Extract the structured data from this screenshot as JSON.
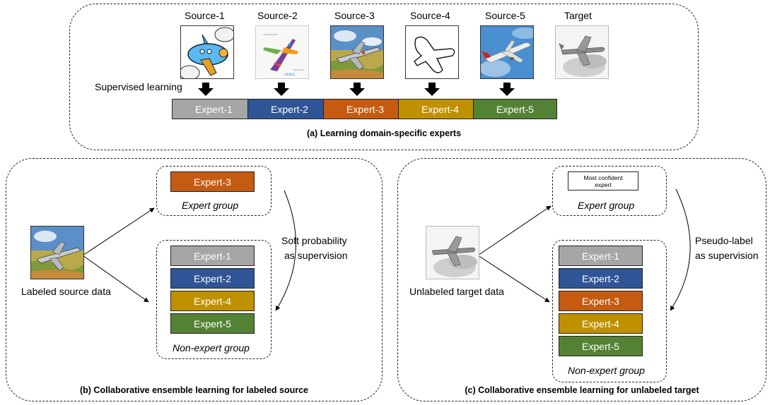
{
  "top": {
    "sources": [
      "Source-1",
      "Source-2",
      "Source-3",
      "Source-4",
      "Source-5",
      "Target"
    ],
    "supervised_label": "Supervised learning",
    "experts": [
      "Expert-1",
      "Expert-2",
      "Expert-3",
      "Expert-4",
      "Expert-5"
    ],
    "caption": "(a) Learning domain-specific experts"
  },
  "left": {
    "input_label": "Labeled source data",
    "expert_group_items": [
      "Expert-3"
    ],
    "expert_group_label": "Expert group",
    "arrow_label_1": "Soft probability",
    "arrow_label_2": "as supervision",
    "non_expert_items": [
      "Expert-1",
      "Expert-2",
      "Expert-4",
      "Expert-5"
    ],
    "non_expert_label": "Non-expert group",
    "caption": "(b) Collaborative ensemble learning for labeled source"
  },
  "right": {
    "input_label": "Unlabeled target data",
    "most_confident_1": "Most confident",
    "most_confident_2": "expert",
    "expert_group_label": "Expert group",
    "arrow_label_1": "Pseudo-label",
    "arrow_label_2": "as supervision",
    "non_expert_items": [
      "Expert-1",
      "Expert-2",
      "Expert-3",
      "Expert-4",
      "Expert-5"
    ],
    "non_expert_label": "Non-expert group",
    "caption": "(c) Collaborative ensemble learning for unlabeled target"
  },
  "colors": {
    "expert_1": "#a6a6a6",
    "expert_2": "#2f5597",
    "expert_3": "#c55a11",
    "expert_4": "#bf9000",
    "expert_5": "#548235"
  },
  "icons": [
    "cartoon-airplane",
    "infographic-airplane",
    "painted-airplane",
    "sketch-airplane",
    "photo-airplane",
    "pencil-airplane"
  ]
}
